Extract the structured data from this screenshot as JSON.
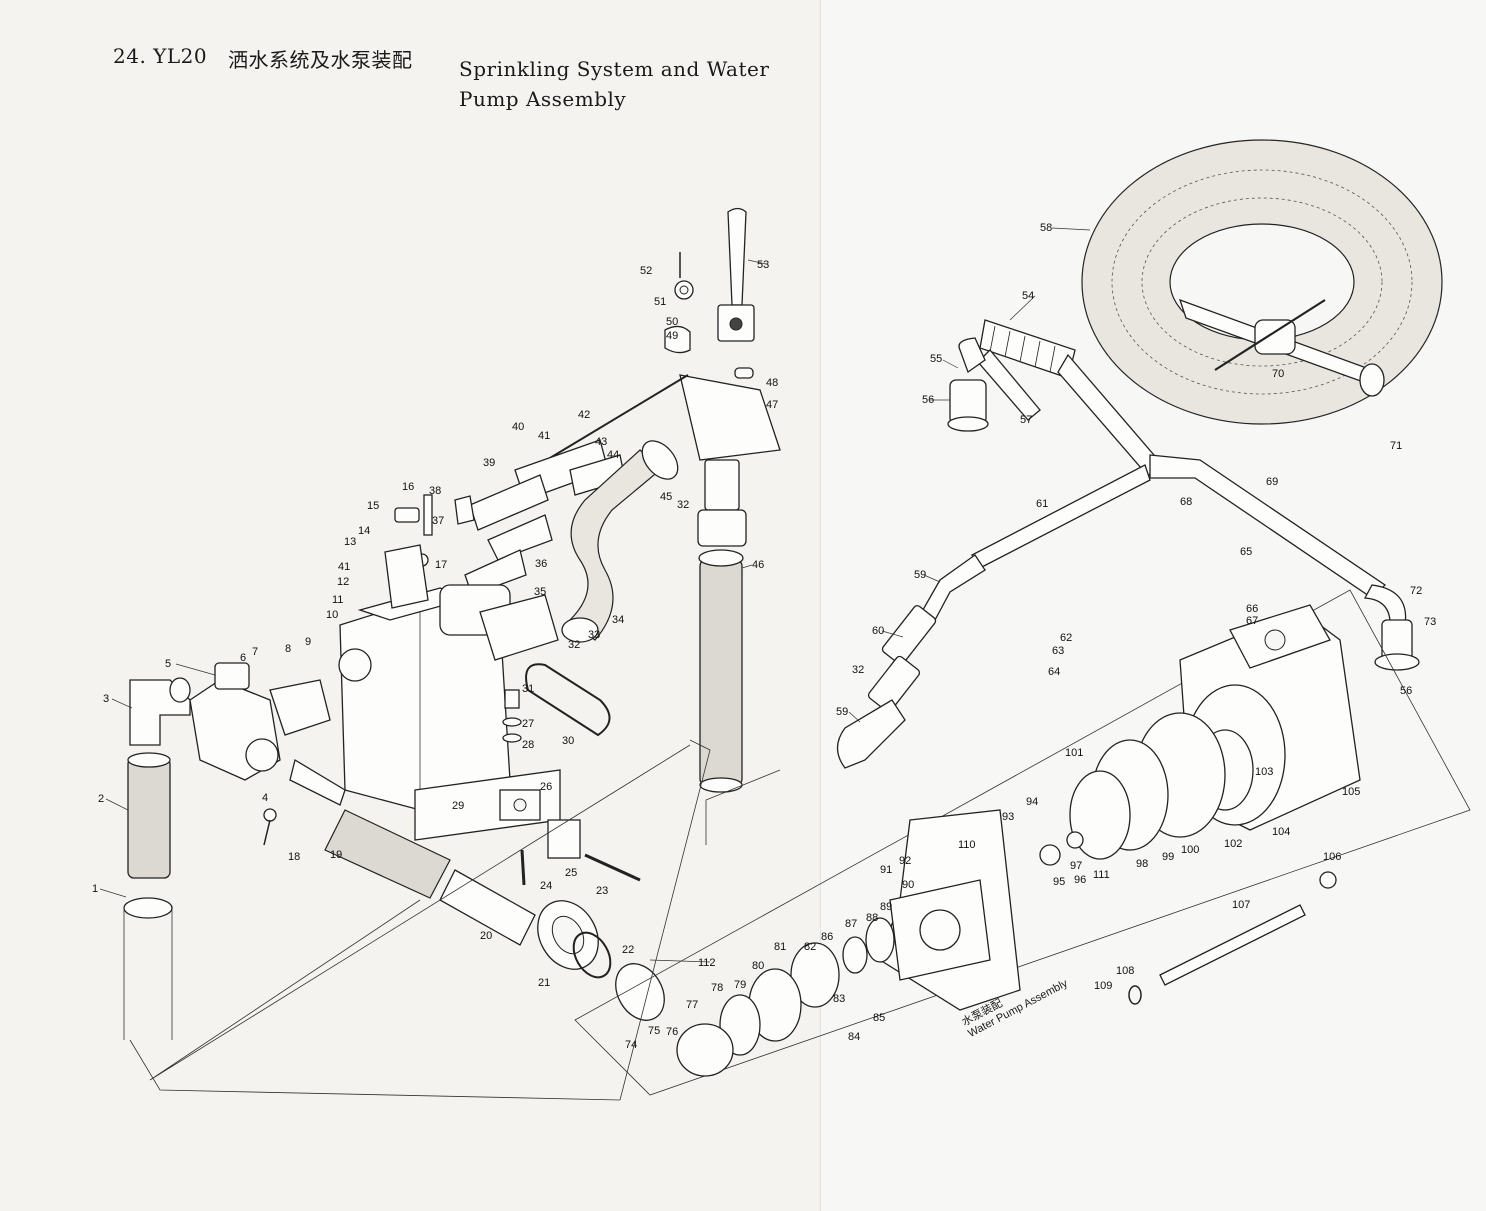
{
  "heading": {
    "number": "24. YL20",
    "title_cn": "洒水系统及水泵装配",
    "title_en": "Sprinkling System and Water Pump Assembly"
  },
  "assembly_label": {
    "cn": "水泵装配",
    "en": "Water Pump Assembly"
  },
  "callouts": [
    "1",
    "2",
    "3",
    "4",
    "5",
    "6",
    "7",
    "8",
    "9",
    "10",
    "11",
    "12",
    "13",
    "14",
    "15",
    "16",
    "17",
    "18",
    "19",
    "20",
    "21",
    "22",
    "23",
    "24",
    "25",
    "26",
    "27",
    "28",
    "29",
    "30",
    "31",
    "32",
    "33",
    "34",
    "35",
    "36",
    "37",
    "38",
    "39",
    "40",
    "41",
    "42",
    "43",
    "44",
    "45",
    "46",
    "47",
    "48",
    "49",
    "50",
    "51",
    "52",
    "53",
    "54",
    "55",
    "56",
    "57",
    "58",
    "59",
    "60",
    "61",
    "62",
    "63",
    "64",
    "65",
    "66",
    "67",
    "68",
    "69",
    "70",
    "71",
    "72",
    "73",
    "74",
    "75",
    "76",
    "77",
    "78",
    "79",
    "80",
    "81",
    "82",
    "83",
    "84",
    "85",
    "86",
    "87",
    "88",
    "89",
    "90",
    "91",
    "92",
    "93",
    "94",
    "95",
    "96",
    "97",
    "98",
    "99",
    "100",
    "101",
    "102",
    "103",
    "104",
    "105",
    "106",
    "107",
    "108",
    "109",
    "110",
    "111",
    "112"
  ]
}
